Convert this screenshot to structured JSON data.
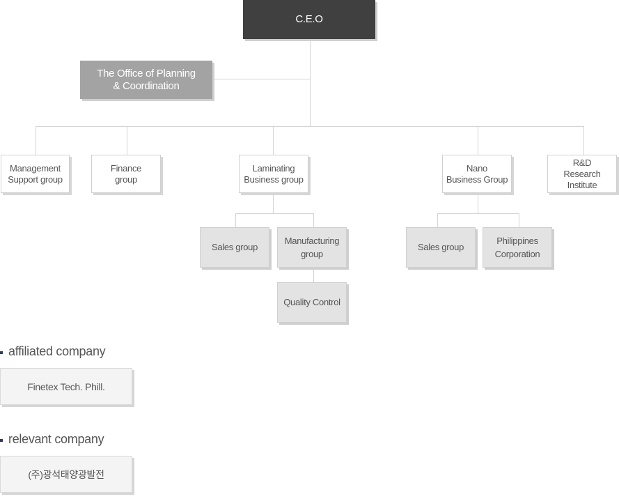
{
  "org": {
    "ceo": "C.E.O",
    "planning_office": "The Office of Planning\n& Coordination",
    "management_support": "Management\nSupport group",
    "finance": "Finance\ngroup",
    "laminating": "Laminating\nBusiness group",
    "nano": "Nano\nBusiness Group",
    "rnd": "R&D\nResearch\nInstitute",
    "lam_sales": "Sales group",
    "lam_manufacturing": "Manufacturing\ngroup",
    "quality_control": "Quality Control",
    "nano_sales": "Sales group",
    "philippines": "Philippines\nCorporation"
  },
  "affiliated": {
    "heading": "affiliated company",
    "company": "Finetex Tech. Phill."
  },
  "relevant": {
    "heading": "relevant company",
    "company": "(주)광석태양광발전"
  }
}
